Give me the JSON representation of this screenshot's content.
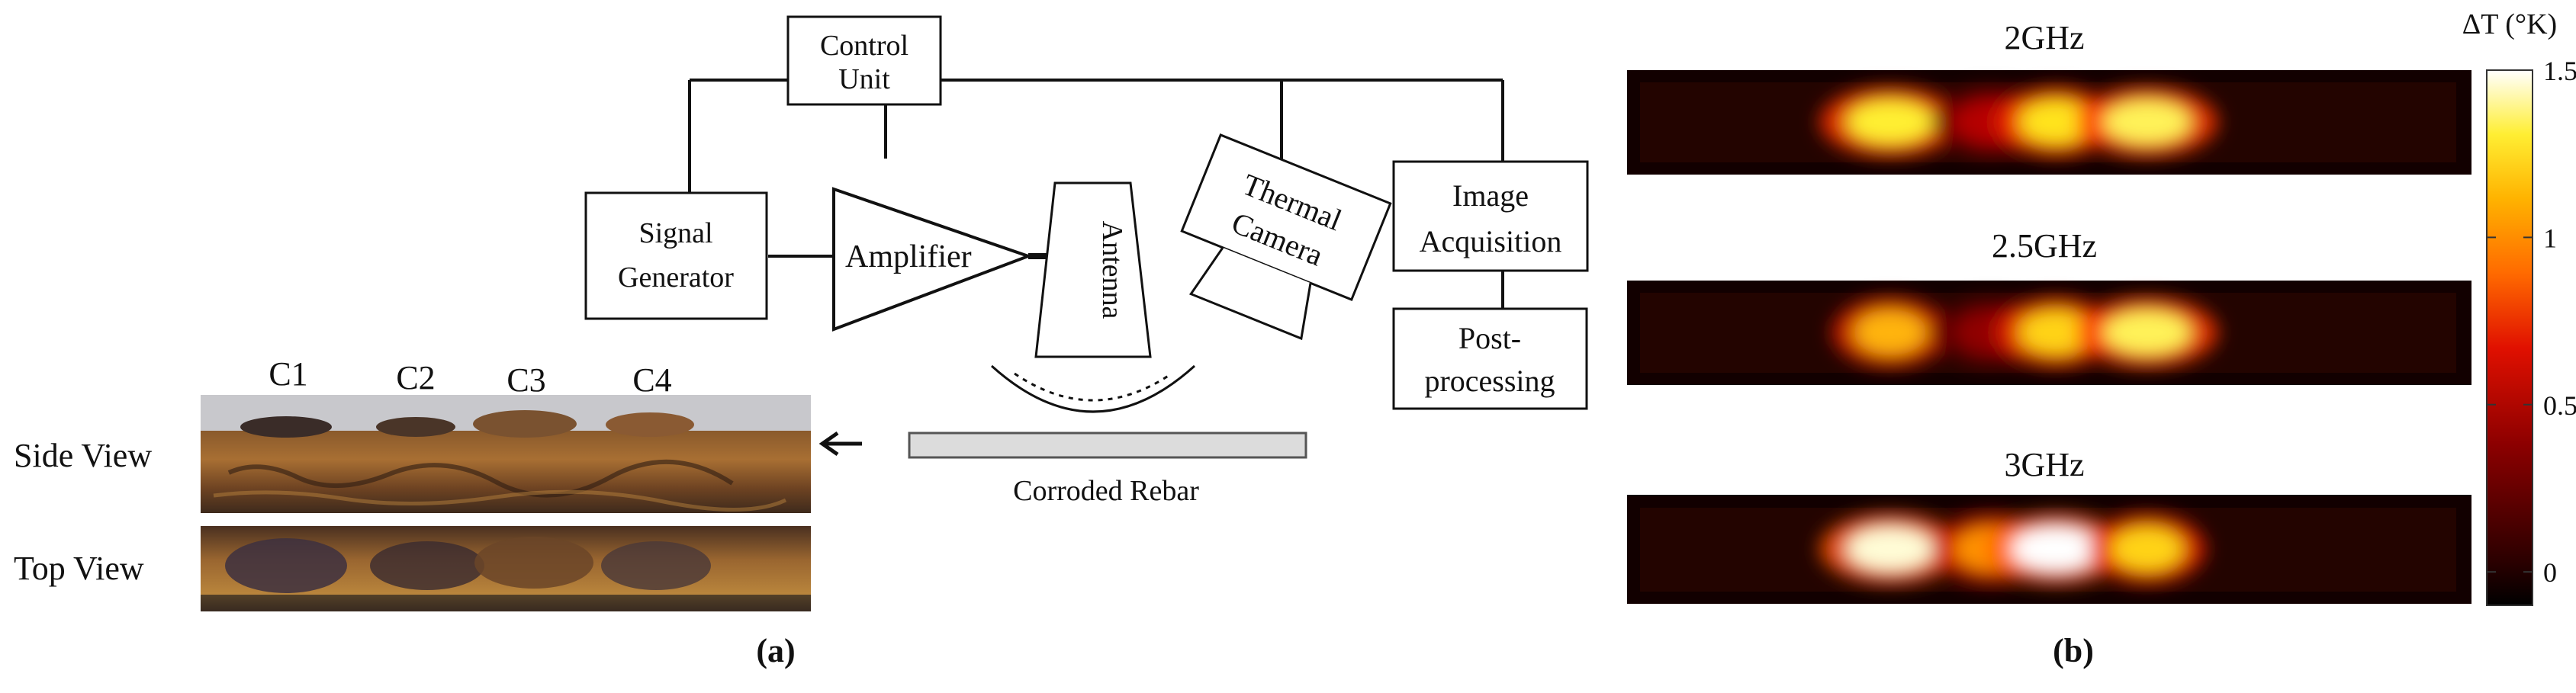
{
  "panel_a": {
    "caption": "(a)",
    "blocks": {
      "control_unit": [
        "Control",
        "Unit"
      ],
      "signal_generator": [
        "Signal",
        "Generator"
      ],
      "amplifier": "Amplifier",
      "antenna": "Antenna",
      "thermal_camera": [
        "Thermal",
        "Camera"
      ],
      "image_acquisition": [
        "Image",
        "Acquisition"
      ],
      "post_processing": [
        "Post-",
        "processing"
      ],
      "corroded_rebar": "Corroded Rebar"
    },
    "specimen": {
      "side_view_label": "Side View",
      "top_view_label": "Top View",
      "corrosion_labels": [
        "C1",
        "C2",
        "C3",
        "C4"
      ]
    }
  },
  "panel_b": {
    "caption": "(b)",
    "frequency_titles": [
      "2GHz",
      "2.5GHz",
      "3GHz"
    ],
    "colorbar": {
      "title": "ΔT (°K)",
      "ticks": [
        "1.5",
        "1",
        "0.5",
        "0"
      ],
      "tick_values": [
        1.5,
        1,
        0.5,
        0
      ],
      "range": [
        -0.1,
        1.5
      ],
      "colormap": "hot",
      "colors": [
        "#000000",
        "#4a0000",
        "#b00000",
        "#ff3300",
        "#ff9900",
        "#ffee22",
        "#ffffff"
      ]
    },
    "hotspot_levels": [
      [
        1.25,
        0.45,
        1.2,
        1.3
      ],
      [
        1.05,
        0.35,
        1.15,
        1.3
      ],
      [
        1.45,
        0.95,
        1.5,
        1.15
      ]
    ]
  }
}
